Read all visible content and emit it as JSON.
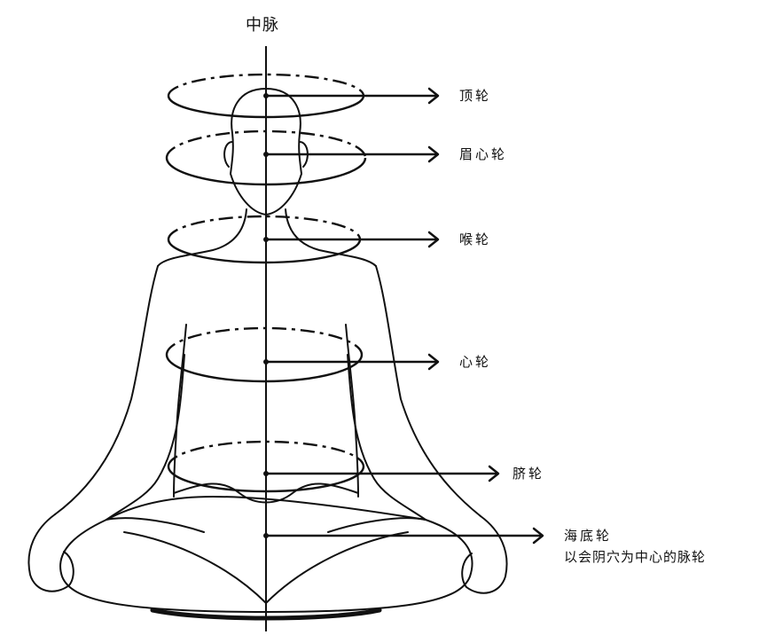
{
  "title": "中脉",
  "chakras": [
    {
      "name": "顶轮"
    },
    {
      "name": "眉心轮"
    },
    {
      "name": "喉轮"
    },
    {
      "name": "心轮"
    },
    {
      "name": "脐轮"
    },
    {
      "name": "海底轮",
      "note": "以会阴穴为中心的脉轮"
    }
  ],
  "colors": {
    "line": "#111111",
    "background": "#ffffff"
  }
}
